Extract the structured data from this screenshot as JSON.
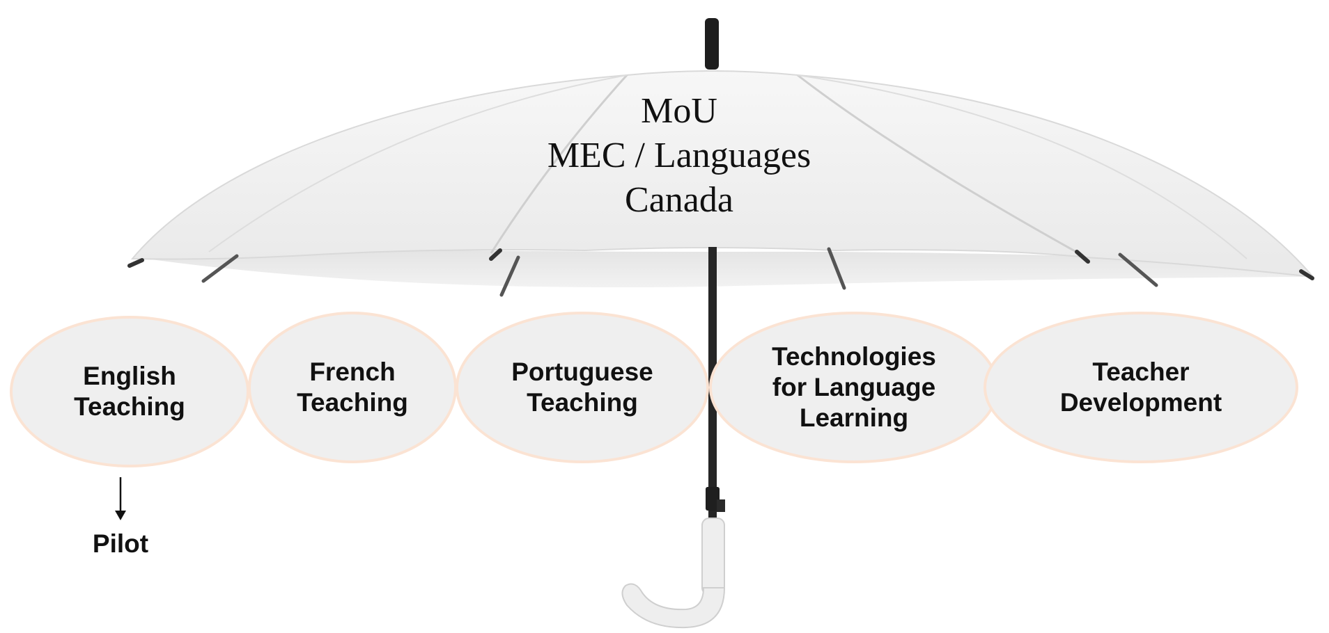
{
  "title_lines": [
    "MoU",
    "MEC / Languages",
    "Canada"
  ],
  "topics": [
    {
      "lines": [
        "English",
        "Teaching"
      ]
    },
    {
      "lines": [
        "French",
        "Teaching"
      ]
    },
    {
      "lines": [
        "Portuguese",
        "Teaching"
      ]
    },
    {
      "lines": [
        "Technologies",
        "for Language",
        "Learning"
      ]
    },
    {
      "lines": [
        "Teacher",
        "Development"
      ]
    }
  ],
  "pilot": {
    "label": "Pilot"
  },
  "colors": {
    "canopy": "#f4f4f4",
    "ellipse_fill": "#efefef",
    "ellipse_border": "#fbe3d3",
    "shaft": "#2a2a2a",
    "text": "#111111"
  },
  "icons": [
    "umbrella-icon",
    "arrow-down-icon"
  ]
}
